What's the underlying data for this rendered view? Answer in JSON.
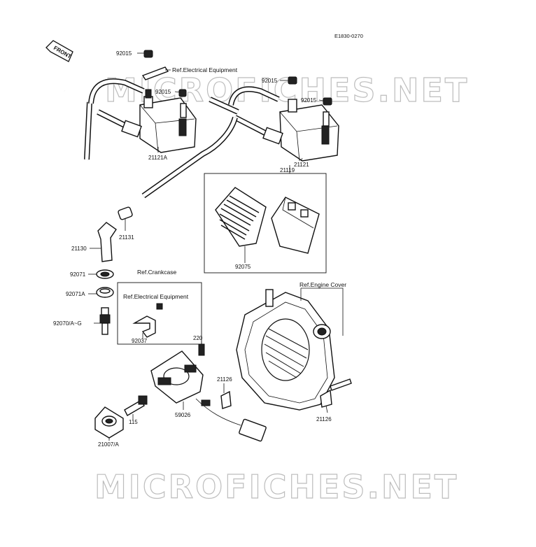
{
  "diagram_code": "E1830-0270",
  "front_label": "FRONT",
  "watermark": "MICROFICHES.NET",
  "refs": {
    "electrical_top": "Ref.Electrical Equipment",
    "crankcase": "Ref.Crankcase",
    "electrical_inner": "Ref.Electrical Equipment",
    "engine_cover": "Ref.Engine Cover"
  },
  "parts": {
    "p92015_a": "92015",
    "p92015_b": "92015",
    "p92015_c": "92015",
    "p92015_d": "92015",
    "p21121A": "21121A",
    "p21121": "21121",
    "p21119": "21119",
    "p92075": "92075",
    "p21131": "21131",
    "p21130": "21130",
    "p92071": "92071",
    "p92071A": "92071A",
    "p92070": "92070/A~G",
    "p92037": "92037",
    "p220": "220",
    "p21126_a": "21126",
    "p21126_b": "21126",
    "p59026": "59026",
    "p115": "115",
    "p21007": "21007/A"
  }
}
